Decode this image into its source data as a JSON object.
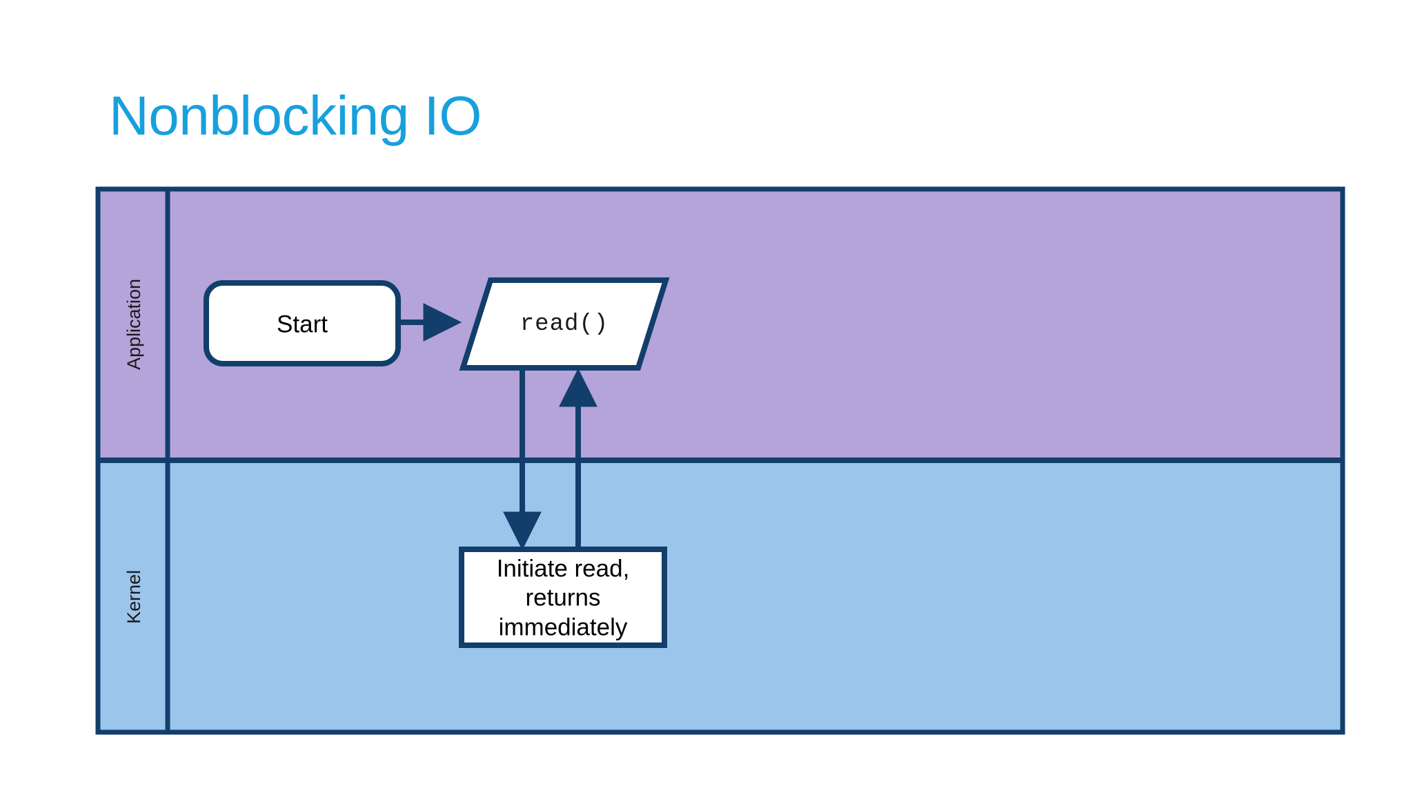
{
  "slide": {
    "title": "Nonblocking IO",
    "background_color": "#ffffff",
    "title_color": "#18a0dc"
  },
  "colors": {
    "stroke": "#123E6B",
    "application_lane_fill": "#B4A4DA",
    "kernel_lane_fill": "#9CC5EC",
    "node_fill": "#FFFFFF",
    "text": "#000000"
  },
  "diagram": {
    "type": "swimlane-flowchart",
    "lanes": [
      {
        "id": "application",
        "label": "Application",
        "fill": "#B4A4DA"
      },
      {
        "id": "kernel",
        "label": "Kernel",
        "fill": "#9CC5EC"
      }
    ],
    "nodes": [
      {
        "id": "start",
        "label": "Start",
        "shape": "rounded-rectangle",
        "lane": "application"
      },
      {
        "id": "read",
        "label": "read()",
        "shape": "parallelogram",
        "lane": "application"
      },
      {
        "id": "initiate",
        "label_lines": [
          "Initiate read,",
          "returns",
          "immediately"
        ],
        "shape": "rectangle",
        "lane": "kernel"
      }
    ],
    "edges": [
      {
        "id": "start-to-read",
        "from": "start",
        "to": "read",
        "direction": "right"
      },
      {
        "id": "read-to-initiate",
        "from": "read",
        "to": "initiate",
        "direction": "down"
      },
      {
        "id": "initiate-to-read",
        "from": "initiate",
        "to": "read",
        "direction": "up"
      }
    ]
  },
  "nodes_text": {
    "start": "Start",
    "read": "read()",
    "initiate_line1": "Initiate read,",
    "initiate_line2": "returns",
    "initiate_line3": "immediately"
  },
  "lane_labels": {
    "application": "Application",
    "kernel": "Kernel"
  }
}
